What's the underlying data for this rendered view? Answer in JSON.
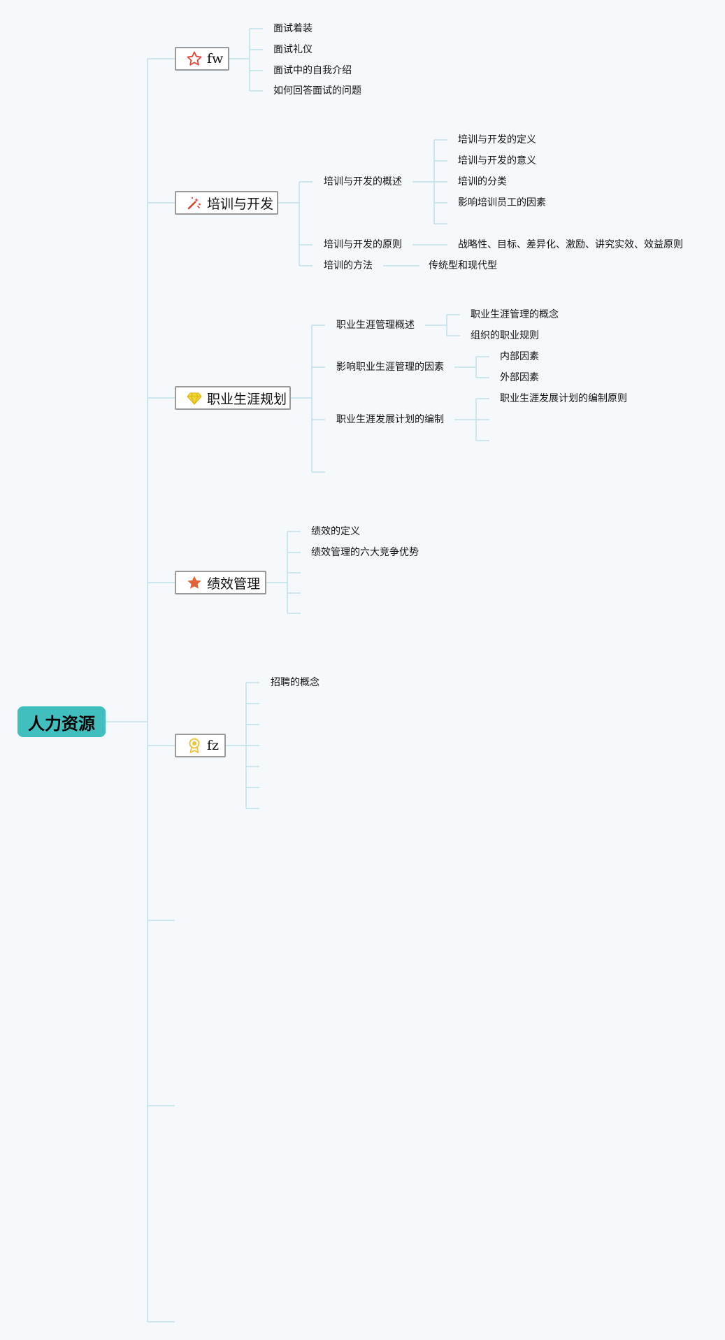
{
  "root": {
    "label": "人力资源"
  },
  "branches": {
    "fw": {
      "label": "fw",
      "icon": "star-outline-icon",
      "items": [
        "面试着装",
        "面试礼仪",
        "面试中的自我介绍",
        "如何回答面试的问题"
      ]
    },
    "training": {
      "label": "培训与开发",
      "icon": "magic-wand-icon",
      "overview": {
        "label": "培训与开发的概述",
        "items": [
          "培训与开发的定义",
          "培训与开发的意义",
          "培训的分类",
          "影响培训员工的因素"
        ]
      },
      "principle": {
        "label": "培训与开发的原则",
        "detail": "战略性、目标、差异化、激励、讲究实效、效益原则"
      },
      "method": {
        "label": "培训的方法",
        "detail": "传统型和现代型"
      }
    },
    "career": {
      "label": "职业生涯规划",
      "icon": "diamond-icon",
      "overview": {
        "label": "职业生涯管理概述",
        "items": [
          "职业生涯管理的概念",
          "组织的职业规则"
        ]
      },
      "factors": {
        "label": "影响职业生涯管理的因素",
        "items": [
          "内部因素",
          "外部因素"
        ]
      },
      "plan": {
        "label": "职业生涯发展计划的编制",
        "items": [
          "职业生涯发展计划的编制原则"
        ]
      }
    },
    "performance": {
      "label": "绩效管理",
      "icon": "star-filled-icon",
      "items": [
        "绩效的定义",
        "绩效管理的六大竞争优势"
      ]
    },
    "fz": {
      "label": "fz",
      "icon": "award-medal-icon",
      "items": [
        "招聘的概念"
      ]
    }
  },
  "colors": {
    "root_fill": "#41bfbf",
    "connector": "#bfe0ea",
    "node_border": "#9a9a9a",
    "star_outline": "#e2463a",
    "wand": "#d8432f",
    "diamond": "#f3d535",
    "star_filled": "#e0643b",
    "medal": "#f0c43a"
  }
}
